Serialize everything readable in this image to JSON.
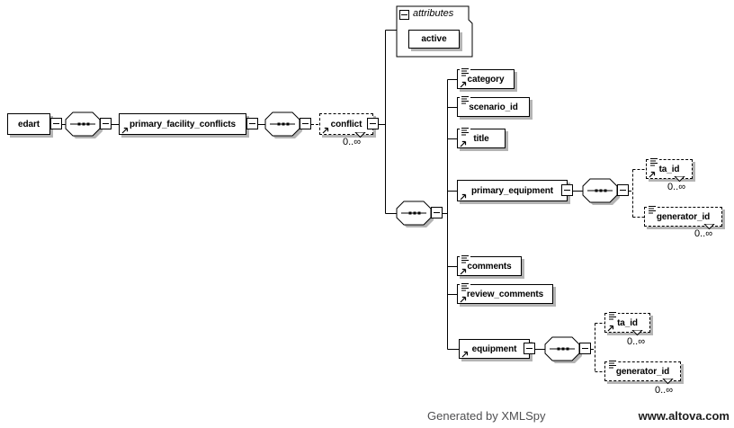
{
  "diagram": {
    "occurrence_label": "0..∞",
    "attributes_panel": {
      "label": "attributes",
      "items": [
        "active"
      ]
    },
    "elements": {
      "edart": "edart",
      "primary_facility_conflicts": "primary_facility_conflicts",
      "conflict": "conflict",
      "category": "category",
      "scenario_id": "scenario_id",
      "title": "title",
      "primary_equipment": "primary_equipment",
      "pe_ta_id": "ta_id",
      "pe_generator_id": "generator_id",
      "comments": "comments",
      "review_comments": "review_comments",
      "equipment": "equipment",
      "eq_ta_id": "ta_id",
      "eq_generator_id": "generator_id"
    },
    "colors": {
      "box_border": "#000000",
      "box_fill": "#ffffff",
      "shadow": "#b4b4b4",
      "background": "#ffffff"
    }
  },
  "footer": {
    "generated_by": "Generated by XMLSpy",
    "website": "www.altova.com"
  }
}
